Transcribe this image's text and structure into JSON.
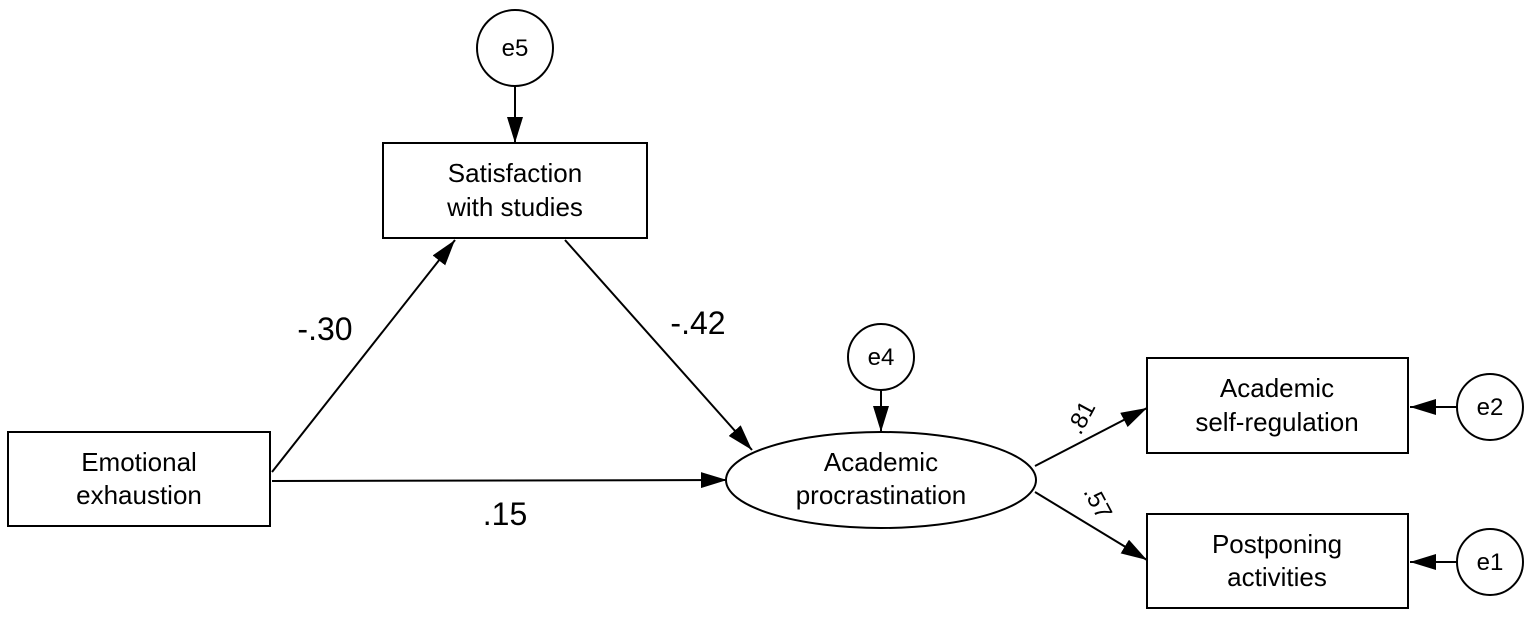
{
  "diagram": {
    "colors": {
      "line": "#000000",
      "background": "#ffffff"
    },
    "nodes": {
      "emotional_exhaustion": {
        "line1": "Emotional",
        "line2": "exhaustion"
      },
      "satisfaction": {
        "line1": "Satisfaction",
        "line2": "with studies"
      },
      "procrastination": {
        "line1": "Academic",
        "line2": "procrastination"
      },
      "self_regulation": {
        "line1": "Academic",
        "line2": "self-regulation"
      },
      "postponing": {
        "line1": "Postponing",
        "line2": "activities"
      }
    },
    "errors": {
      "e5": "e5",
      "e4": "e4",
      "e2": "e2",
      "e1": "e1"
    },
    "coefficients": {
      "exhaustion_to_satisfaction": "-.30",
      "satisfaction_to_procrastination": "-.42",
      "exhaustion_to_procrastination": ".15",
      "procrastination_to_self_regulation": ".81",
      "procrastination_to_postponing": ".57"
    }
  }
}
